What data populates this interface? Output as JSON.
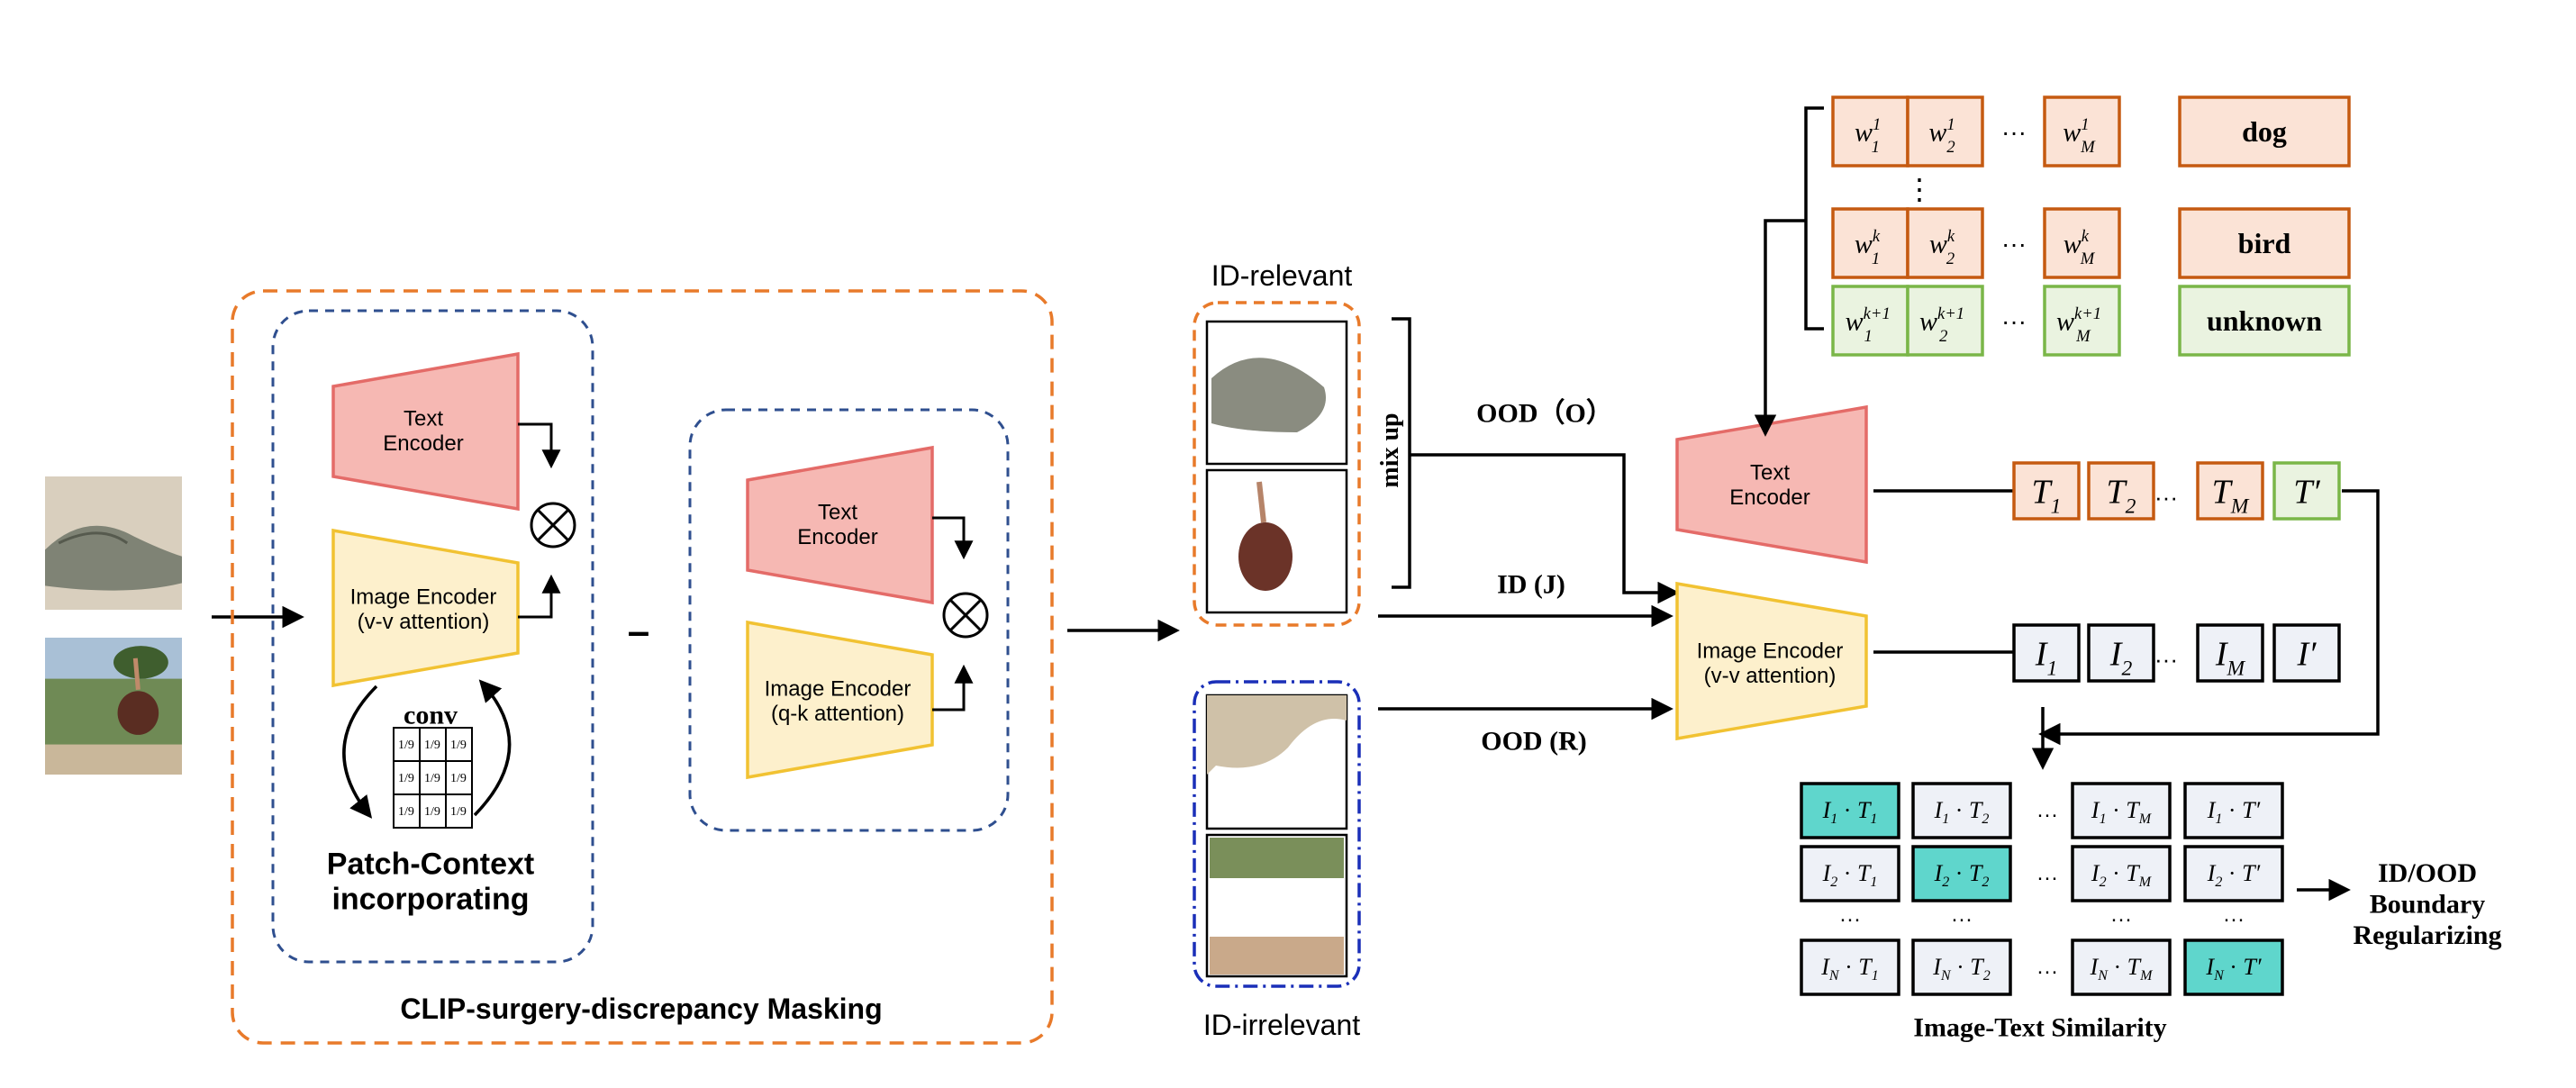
{
  "colors": {
    "orange": "#e87a2a",
    "blue": "#2f4f8f",
    "dark_blue": "#1a2fb8",
    "text_encoder_fill": "#f6b8b3",
    "text_encoder_stroke": "#e46b68",
    "image_encoder_fill": "#fdf0cc",
    "image_encoder_stroke": "#f1c232",
    "prompt_orange_fill": "#fbe3d6",
    "prompt_orange_stroke": "#c55a11",
    "prompt_green_fill": "#eaf3e0",
    "prompt_green_stroke": "#7ab648",
    "teal": "#5fd6cc"
  },
  "masking": {
    "title": "CLIP-surgery-discrepancy Masking",
    "left_text_encoder": "Text\nEncoder",
    "left_image_encoder": "Image Encoder\n(v-v attention)",
    "conv_label": "conv",
    "conv_cell": "1/9",
    "patch_context": "Patch-Context\nincorporating",
    "minus": "–",
    "right_text_encoder": "Text\nEncoder",
    "right_image_encoder": "Image Encoder\n(q-k attention)"
  },
  "id_sets": {
    "relevant_label": "ID-relevant",
    "irrelevant_label": "ID-irrelevant",
    "mixup": "mix up"
  },
  "flows": {
    "ood_o": "OOD（O）",
    "id_j": "ID (J)",
    "ood_r": "OOD (R)"
  },
  "prompts": {
    "rows": [
      {
        "cells": [
          "w",
          "w",
          "w"
        ],
        "sub": [
          "1",
          "2",
          "M"
        ],
        "sup": "1",
        "label": "dog",
        "kind": "orange"
      },
      {
        "cells": [
          "w",
          "w",
          "w"
        ],
        "sub": [
          "1",
          "2",
          "M"
        ],
        "sup": "k",
        "label": "bird",
        "kind": "orange"
      },
      {
        "cells": [
          "w",
          "w",
          "w"
        ],
        "sub": [
          "1",
          "2",
          "M"
        ],
        "sup": "k+1",
        "label": "unknown",
        "kind": "green"
      }
    ],
    "ellipsis": "···",
    "vdots": "⋮"
  },
  "clip": {
    "text_encoder": "Text\nEncoder",
    "image_encoder": "Image Encoder\n(v-v attention)"
  },
  "text_features": {
    "items": [
      {
        "base": "T",
        "sub": "1",
        "kind": "orange"
      },
      {
        "base": "T",
        "sub": "2",
        "kind": "orange"
      },
      {
        "base": "T",
        "sub": "M",
        "kind": "orange"
      },
      {
        "base": "T′",
        "sub": "",
        "kind": "green"
      }
    ]
  },
  "image_features": {
    "items": [
      {
        "base": "I",
        "sub": "1"
      },
      {
        "base": "I",
        "sub": "2"
      },
      {
        "base": "I",
        "sub": "M"
      },
      {
        "base": "I′",
        "sub": ""
      }
    ]
  },
  "similarity": {
    "rows": [
      {
        "cells": [
          [
            "I",
            "1",
            "T",
            "1"
          ],
          [
            "I",
            "1",
            "T",
            "2"
          ],
          [
            "I",
            "1",
            "T",
            "M"
          ],
          [
            "I",
            "1",
            "T′",
            ""
          ]
        ],
        "hl": 0
      },
      {
        "cells": [
          [
            "I",
            "2",
            "T",
            "1"
          ],
          [
            "I",
            "2",
            "T",
            "2"
          ],
          [
            "I",
            "2",
            "T",
            "M"
          ],
          [
            "I",
            "2",
            "T′",
            ""
          ]
        ],
        "hl": 1
      },
      {
        "cells": [
          [
            "I",
            "N",
            "T",
            "1"
          ],
          [
            "I",
            "N",
            "T",
            "2"
          ],
          [
            "I",
            "N",
            "T",
            "M"
          ],
          [
            "I",
            "N",
            "T′",
            ""
          ]
        ],
        "hl": 3
      }
    ],
    "title": "Image-Text Similarity",
    "result": "ID/OOD\nBoundary\nRegularizing"
  }
}
